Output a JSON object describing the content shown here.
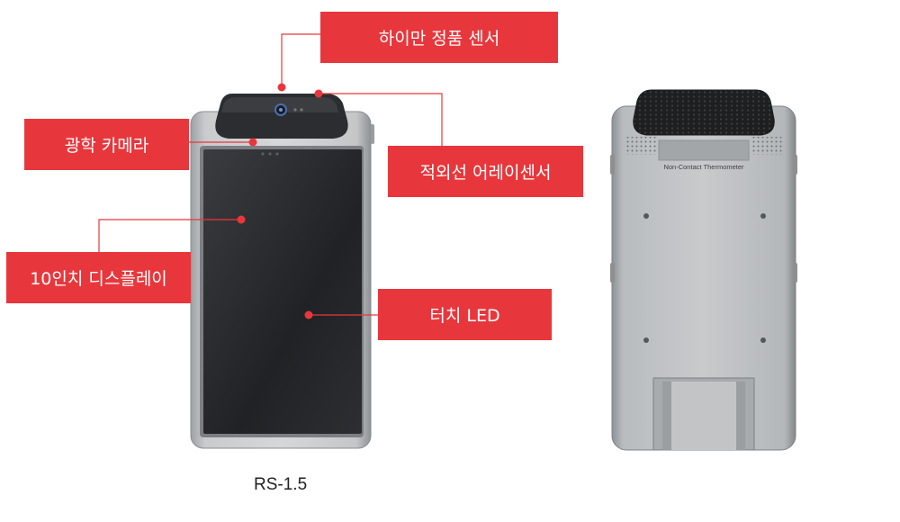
{
  "callouts": {
    "himan_sensor": "하이만 정품 센서",
    "optical_camera": "광학 카메라",
    "ir_array_sensor": "적외선 어레이센서",
    "display_10inch": "10인치 디스플레이",
    "touch_led": "터치 LED"
  },
  "back_label": "Non-Contact Thermometer",
  "model_caption": "RS-1.5",
  "colors": {
    "accent": "#e8373c",
    "device_body": "#b9bcbf",
    "screen": "#2a2c2f",
    "sensor_head": "#2b2d30"
  }
}
